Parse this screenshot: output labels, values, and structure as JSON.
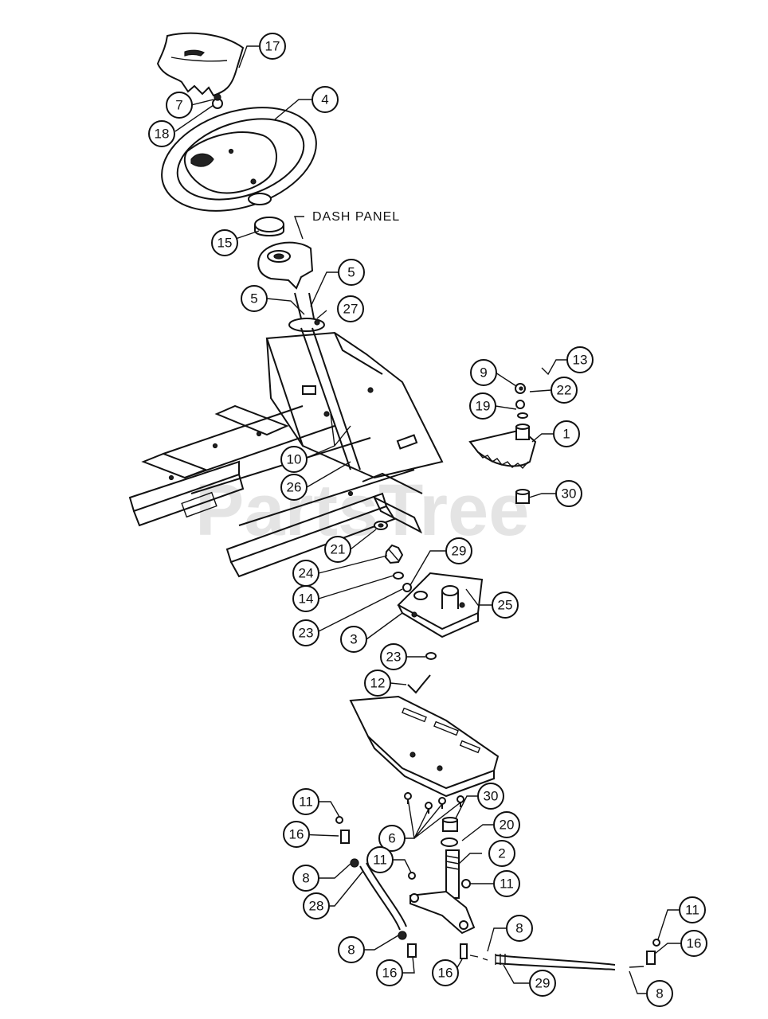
{
  "diagram": {
    "dash_panel_label": "DASH PANEL",
    "watermark": "PartsTree",
    "callouts": [
      {
        "id": "c17",
        "label": "17"
      },
      {
        "id": "c4",
        "label": "4"
      },
      {
        "id": "c7",
        "label": "7"
      },
      {
        "id": "c18",
        "label": "18"
      },
      {
        "id": "c15",
        "label": "15"
      },
      {
        "id": "c5a",
        "label": "5"
      },
      {
        "id": "c5b",
        "label": "5"
      },
      {
        "id": "c27",
        "label": "27"
      },
      {
        "id": "c13",
        "label": "13"
      },
      {
        "id": "c9",
        "label": "9"
      },
      {
        "id": "c22",
        "label": "22"
      },
      {
        "id": "c19",
        "label": "19"
      },
      {
        "id": "c1",
        "label": "1"
      },
      {
        "id": "c10",
        "label": "10"
      },
      {
        "id": "c26",
        "label": "26"
      },
      {
        "id": "c30a",
        "label": "30"
      },
      {
        "id": "c21",
        "label": "21"
      },
      {
        "id": "c24",
        "label": "24"
      },
      {
        "id": "c29a",
        "label": "29"
      },
      {
        "id": "c14",
        "label": "14"
      },
      {
        "id": "c25",
        "label": "25"
      },
      {
        "id": "c23a",
        "label": "23"
      },
      {
        "id": "c3",
        "label": "3"
      },
      {
        "id": "c23b",
        "label": "23"
      },
      {
        "id": "c12",
        "label": "12"
      },
      {
        "id": "c11a",
        "label": "11"
      },
      {
        "id": "c30b",
        "label": "30"
      },
      {
        "id": "c16a",
        "label": "16"
      },
      {
        "id": "c20",
        "label": "20"
      },
      {
        "id": "c6",
        "label": "6"
      },
      {
        "id": "c2",
        "label": "2"
      },
      {
        "id": "c8a",
        "label": "8"
      },
      {
        "id": "c11b",
        "label": "11"
      },
      {
        "id": "c11c",
        "label": "11"
      },
      {
        "id": "c28",
        "label": "28"
      },
      {
        "id": "c11d",
        "label": "11"
      },
      {
        "id": "c16b",
        "label": "16"
      },
      {
        "id": "c8b",
        "label": "8"
      },
      {
        "id": "c8c",
        "label": "8"
      },
      {
        "id": "c16c",
        "label": "16"
      },
      {
        "id": "c16d",
        "label": "16"
      },
      {
        "id": "c29b",
        "label": "29"
      },
      {
        "id": "c8d",
        "label": "8"
      }
    ]
  }
}
